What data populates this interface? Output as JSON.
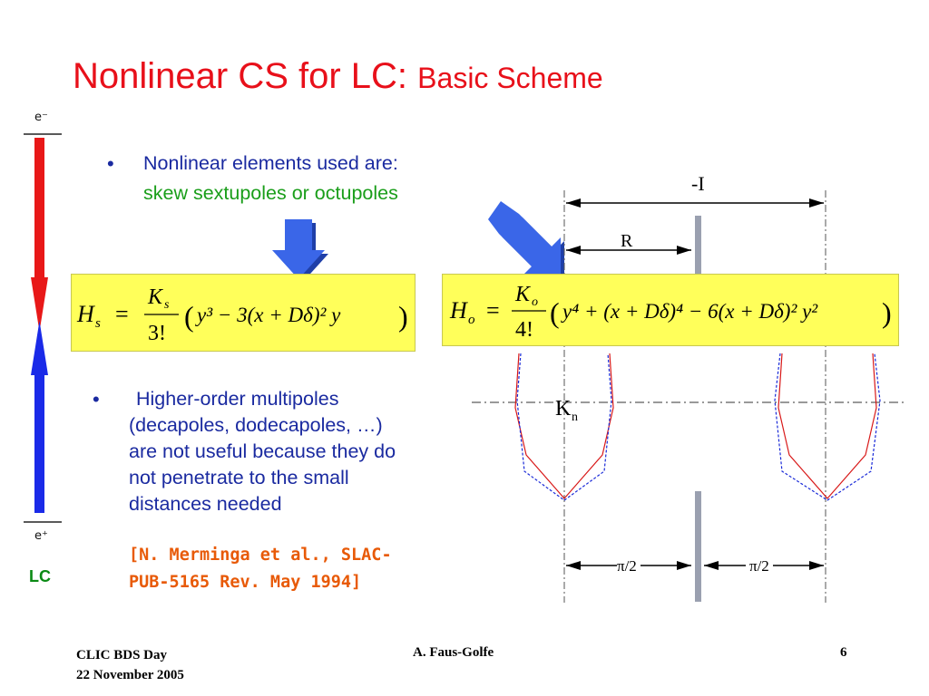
{
  "title": {
    "main": "Nonlinear CS for LC:",
    "sub": "Basic Scheme"
  },
  "beam": {
    "top_label": "e⁻",
    "bottom_label": "e⁺",
    "lc_label": "LC"
  },
  "bullet1": {
    "line1": "Nonlinear elements used are:",
    "line2": "skew sextupoles  or octupoles"
  },
  "bullet2": {
    "lines": [
      "Higher-order multipoles",
      "(decapoles, dodecapoles, …)",
      "are not useful because they do",
      "not penetrate to the small",
      "distances needed"
    ]
  },
  "reference": {
    "line1": "[N. Merminga et al., SLAC-",
    "line2": "PUB-5165 Rev. May 1994]"
  },
  "formula_sextupole": {
    "lhs": "H",
    "lhs_sub": "s",
    "eq": "=",
    "num": "K",
    "num_sub": "s",
    "den": "3!",
    "body": "y³ − 3(x + Dδ)² y"
  },
  "formula_octupole": {
    "lhs": "H",
    "lhs_sub": "o",
    "eq": "=",
    "num": "K",
    "num_sub": "o",
    "den": "4!",
    "body": "y⁴ + (x + Dδ)⁴ − 6(x + Dδ)² y²"
  },
  "diagram": {
    "label_minus_i": "-I",
    "label_r": "R",
    "label_kn": "K",
    "label_kn_sub": "n",
    "label_pi2_left": "π/2",
    "label_pi2_right": "π/2"
  },
  "footer": {
    "left1": "CLIC BDS Day",
    "left2": "22 November 2005",
    "center": "A. Faus-Golfe",
    "right": "6"
  },
  "colors": {
    "title": "#e8101a",
    "bullet": "#1a2aa0",
    "green": "#1a9e1a",
    "ref": "#e85a08",
    "box": "#ffff5a",
    "arrow_blue": "#3a66e8"
  }
}
